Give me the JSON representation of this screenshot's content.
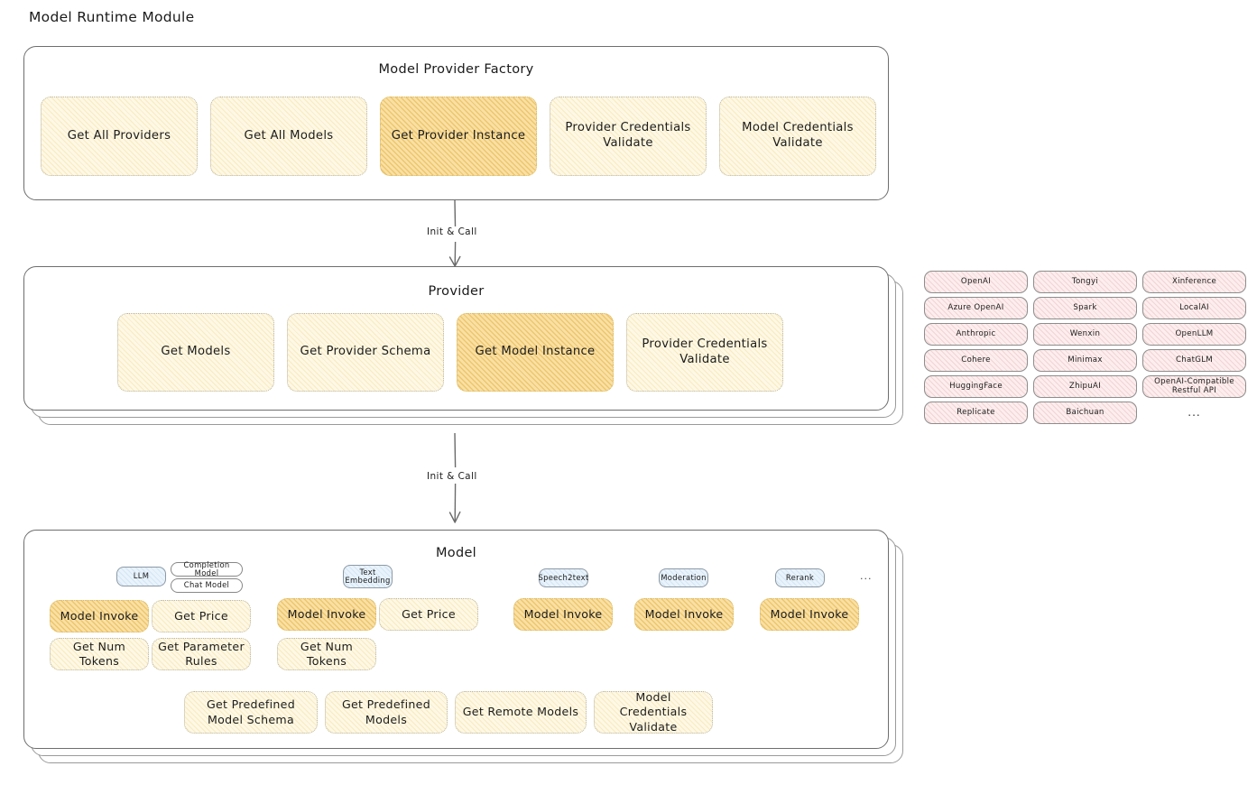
{
  "page": {
    "title": "Model Runtime Module"
  },
  "factory": {
    "title": "Model Provider Factory",
    "ops": [
      {
        "label": "Get All Providers",
        "highlighted": false
      },
      {
        "label": "Get All Models",
        "highlighted": false
      },
      {
        "label": "Get Provider Instance",
        "highlighted": true
      },
      {
        "label": "Provider Credentials Validate",
        "highlighted": false
      },
      {
        "label": "Model Credentials Validate",
        "highlighted": false
      }
    ]
  },
  "arrows": [
    {
      "label": "Init & Call"
    },
    {
      "label": "Init & Call"
    }
  ],
  "provider": {
    "title": "Provider",
    "ops": [
      {
        "label": "Get Models",
        "highlighted": false
      },
      {
        "label": "Get Provider Schema",
        "highlighted": false
      },
      {
        "label": "Get Model Instance",
        "highlighted": true
      },
      {
        "label": "Provider Credentials Validate",
        "highlighted": false
      }
    ]
  },
  "provider_list": {
    "columns": [
      [
        "OpenAI",
        "Azure OpenAI",
        "Anthropic",
        "Cohere",
        "HuggingFace",
        "Replicate"
      ],
      [
        "Tongyi",
        "Spark",
        "Wenxin",
        "Minimax",
        "ZhipuAI",
        "Baichuan"
      ],
      [
        "Xinference",
        "LocalAI",
        "OpenLLM",
        "ChatGLM",
        "OpenAI-Compatible Restful API"
      ]
    ],
    "ellipsis": "..."
  },
  "model": {
    "title": "Model",
    "ellipsis": "...",
    "groups": [
      {
        "tag": "LLM",
        "subtags": [
          "Completion Model",
          "Chat Model"
        ],
        "ops": [
          {
            "label": "Model Invoke",
            "highlighted": true
          },
          {
            "label": "Get Price",
            "highlighted": false
          },
          {
            "label": "Get Num Tokens",
            "highlighted": false
          },
          {
            "label": "Get Parameter Rules",
            "highlighted": false
          }
        ]
      },
      {
        "tag": "Text Embedding",
        "subtags": [],
        "ops": [
          {
            "label": "Model Invoke",
            "highlighted": true
          },
          {
            "label": "Get Price",
            "highlighted": false
          },
          {
            "label": "Get Num Tokens",
            "highlighted": false
          }
        ]
      },
      {
        "tag": "Speech2text",
        "subtags": [],
        "ops": [
          {
            "label": "Model Invoke",
            "highlighted": true
          }
        ]
      },
      {
        "tag": "Moderation",
        "subtags": [],
        "ops": [
          {
            "label": "Model Invoke",
            "highlighted": true
          }
        ]
      },
      {
        "tag": "Rerank",
        "subtags": [],
        "ops": [
          {
            "label": "Model Invoke",
            "highlighted": true
          }
        ]
      }
    ],
    "common_ops": [
      {
        "label": "Get Predefined Model Schema"
      },
      {
        "label": "Get Predefined Models"
      },
      {
        "label": "Get Remote Models"
      },
      {
        "label": "Model Credentials Validate"
      }
    ]
  },
  "colors": {
    "op_fill": "#fdf8e6",
    "op_fill_highlight": "#f8e0a6",
    "chip_fill": "#fbeeee",
    "tag_fill": "#e9f3fb",
    "border": "#6e6e6e",
    "text": "#1f1f1f"
  }
}
